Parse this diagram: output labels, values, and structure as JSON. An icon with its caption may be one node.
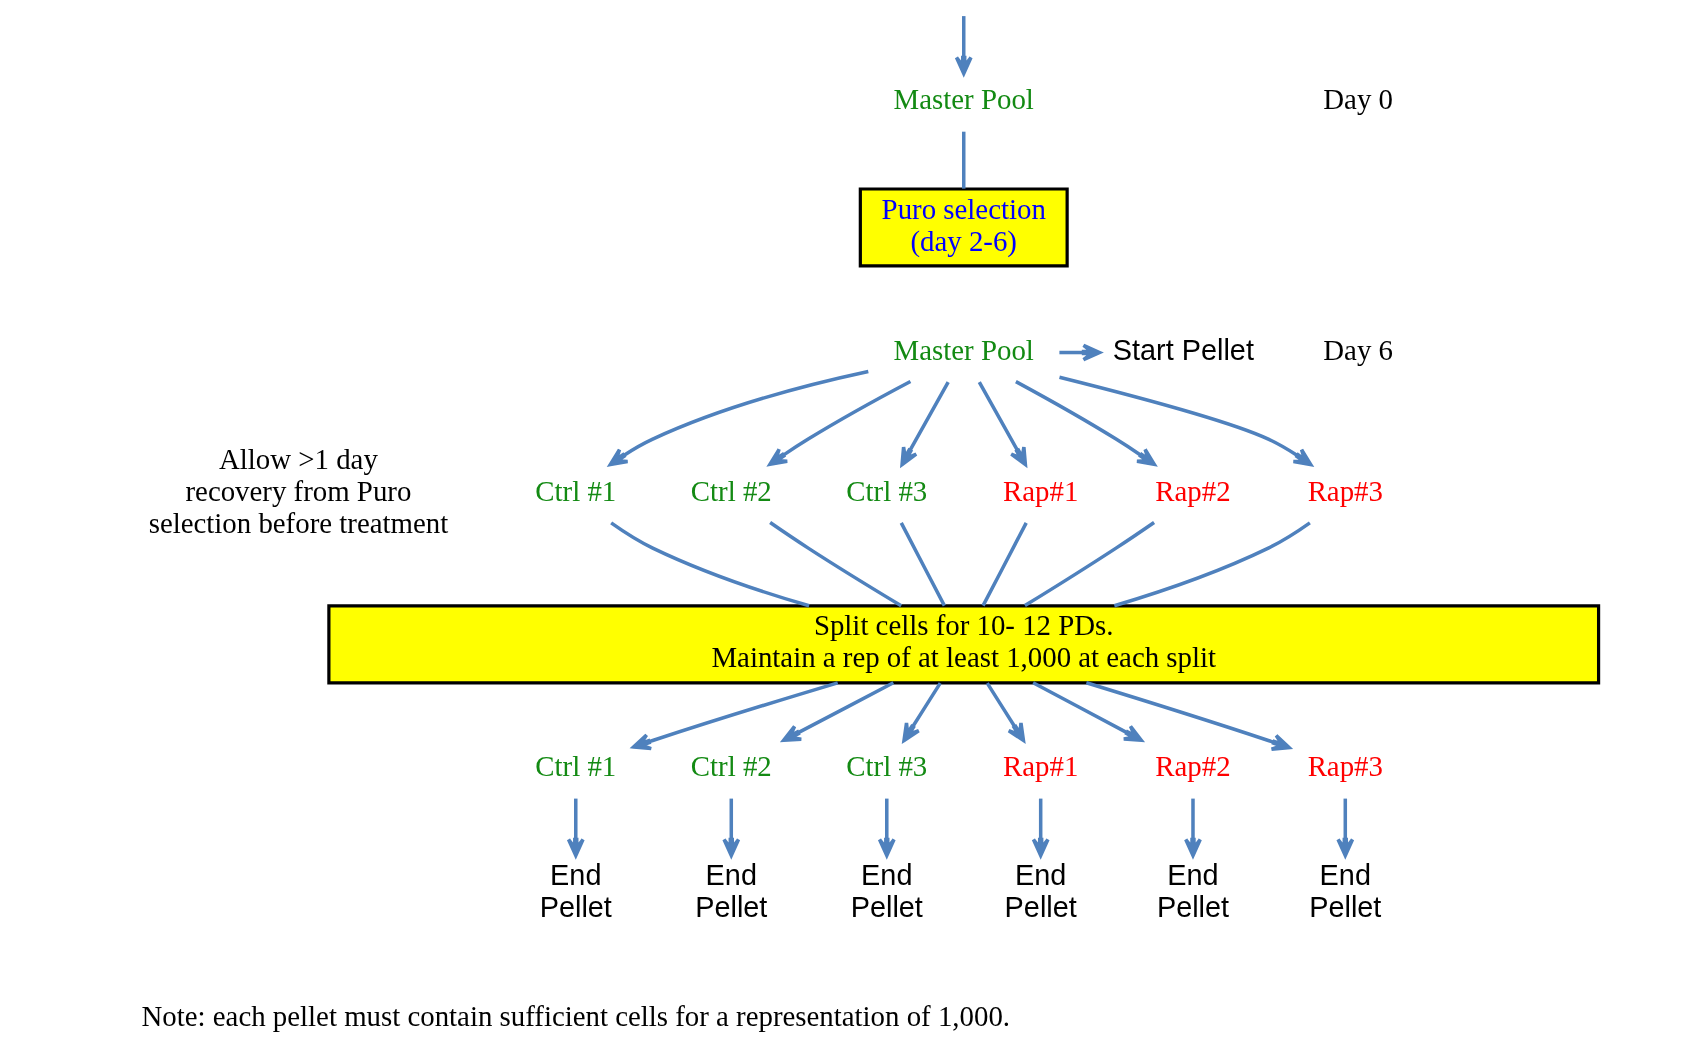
{
  "diagram": {
    "nodes": [
      {
        "text": [
          "Master Pool"
        ]
      },
      {
        "text": [
          "Puro selection (day 2-6)"
        ]
      },
      {
        "text": [
          "Master Pool"
        ]
      },
      {
        "text": [
          "Start Pellet"
        ]
      },
      {
        "text": [
          "Ctrl #1"
        ]
      },
      {
        "text": [
          "Ctrl #2"
        ]
      },
      {
        "text": [
          "Ctrl #3"
        ]
      },
      {
        "text": [
          "Rap#1"
        ]
      },
      {
        "text": [
          "Rap#2"
        ]
      },
      {
        "text": [
          "Rap#3"
        ]
      },
      {
        "text": [
          "Split cells for 10- 12 PDs. Maintain a rep of at least 1,000 at each split"
        ]
      },
      {
        "text": [
          "Ctrl #1"
        ]
      },
      {
        "text": [
          "Ctrl #2"
        ]
      },
      {
        "text": [
          "Ctrl #3"
        ]
      },
      {
        "text": [
          "Rap#1"
        ]
      },
      {
        "text": [
          "Rap#2"
        ]
      },
      {
        "text": [
          "Rap#3"
        ]
      },
      {
        "text": [
          "End Pellet"
        ]
      },
      {
        "text": [
          "End Pellet"
        ]
      },
      {
        "text": [
          "End Pellet"
        ]
      },
      {
        "text": [
          "End Pellet"
        ]
      },
      {
        "text": [
          "End Pellet"
        ]
      },
      {
        "text": [
          "End Pellet"
        ]
      }
    ],
    "edges": [
      {
        "from": null,
        "to": 0,
        "arrow": "to"
      },
      {
        "from": 0,
        "to": 1,
        "arrow": "none"
      },
      {
        "from": 2,
        "to": 3,
        "arrow": "to"
      },
      {
        "from": 2,
        "to": 4,
        "arrow": "to"
      },
      {
        "from": 2,
        "to": 5,
        "arrow": "to"
      },
      {
        "from": 2,
        "to": 6,
        "arrow": "to"
      },
      {
        "from": 2,
        "to": 7,
        "arrow": "to"
      },
      {
        "from": 2,
        "to": 8,
        "arrow": "to"
      },
      {
        "from": 2,
        "to": 9,
        "arrow": "to"
      },
      {
        "from": 4,
        "to": 10,
        "arrow": "none"
      },
      {
        "from": 5,
        "to": 10,
        "arrow": "none"
      },
      {
        "from": 6,
        "to": 10,
        "arrow": "none"
      },
      {
        "from": 7,
        "to": 10,
        "arrow": "none"
      },
      {
        "from": 8,
        "to": 10,
        "arrow": "none"
      },
      {
        "from": 9,
        "to": 10,
        "arrow": "none"
      },
      {
        "from": 10,
        "to": 11,
        "arrow": "to"
      },
      {
        "from": 10,
        "to": 12,
        "arrow": "to"
      },
      {
        "from": 10,
        "to": 13,
        "arrow": "to"
      },
      {
        "from": 10,
        "to": 14,
        "arrow": "to"
      },
      {
        "from": 10,
        "to": 15,
        "arrow": "to"
      },
      {
        "from": 10,
        "to": 16,
        "arrow": "to"
      },
      {
        "from": 11,
        "to": 17,
        "arrow": "to"
      },
      {
        "from": 12,
        "to": 18,
        "arrow": "to"
      },
      {
        "from": 13,
        "to": 19,
        "arrow": "to"
      },
      {
        "from": 14,
        "to": 20,
        "arrow": "to"
      },
      {
        "from": 15,
        "to": 21,
        "arrow": "to"
      },
      {
        "from": 16,
        "to": 22,
        "arrow": "to"
      }
    ],
    "labels": [
      "Day 0",
      "Day 6",
      "Allow >1 day recovery from Puro selection before treatment",
      "Note: each pellet must contain sufficient cells for a representation of 1,000."
    ]
  }
}
